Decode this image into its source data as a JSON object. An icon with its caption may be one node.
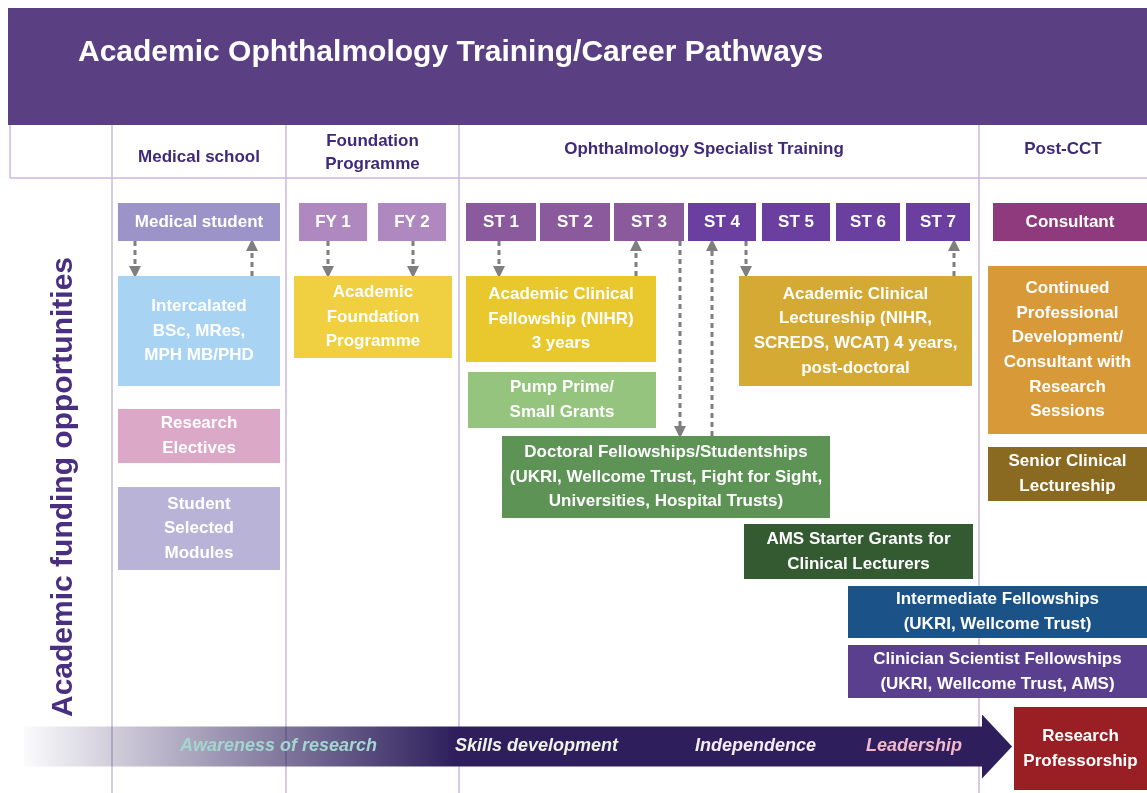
{
  "diagram": {
    "title": "Academic Ophthalmology Training/Career Pathways",
    "nodes": [
      {
        "text": [
          "Medical student"
        ]
      },
      {
        "text": [
          "FY 1"
        ]
      },
      {
        "text": [
          "FY 2"
        ]
      },
      {
        "text": [
          "ST 1"
        ]
      },
      {
        "text": [
          "ST 2"
        ]
      },
      {
        "text": [
          "ST 3"
        ]
      },
      {
        "text": [
          "ST 4"
        ]
      },
      {
        "text": [
          "ST 5"
        ]
      },
      {
        "text": [
          "ST 6"
        ]
      },
      {
        "text": [
          "ST 7"
        ]
      },
      {
        "text": [
          "Consultant"
        ]
      },
      {
        "text": [
          "Intercalated BSc, MRes, MPH MB/PHD"
        ]
      },
      {
        "text": [
          "Academic Foundation Programme"
        ]
      },
      {
        "text": [
          "Academic Clinical Fellowship (NIHR) 3 years"
        ]
      },
      {
        "text": [
          "Academic Clinical Lectureship (NIHR, SCREDS, WCAT) 4 years, post-doctoral"
        ]
      },
      {
        "text": [
          "Continued Professional Development/ Consultant with Research Sessions"
        ]
      },
      {
        "text": [
          "Research Electives"
        ]
      },
      {
        "text": [
          "Pump Prime/ Small Grants"
        ]
      },
      {
        "text": [
          "Senior Clinical Lectureship"
        ]
      },
      {
        "text": [
          "Student Selected Modules"
        ]
      },
      {
        "text": [
          "Doctoral Fellowships/Studentships (UKRI, Wellcome Trust, Fight for Sight, Universities, Hospital Trusts)"
        ]
      },
      {
        "text": [
          "AMS Starter Grants for Clinical Lecturers"
        ]
      },
      {
        "text": [
          "Intermediate Fellowships (UKRI, Wellcome Trust)"
        ]
      },
      {
        "text": [
          "Clinician Scientist Fellowships (UKRI, Wellcome Trust, AMS)"
        ]
      },
      {
        "text": [
          "Research Professorship"
        ]
      }
    ],
    "edges": [
      {
        "from": 0,
        "to": 11,
        "arrow": "to",
        "style": "dashed"
      },
      {
        "from": 11,
        "to": 0,
        "arrow": "to",
        "style": "dashed"
      },
      {
        "from": 1,
        "to": 12,
        "arrow": "to",
        "style": "dashed"
      },
      {
        "from": 2,
        "to": 12,
        "arrow": "to",
        "style": "dashed"
      },
      {
        "from": 3,
        "to": 13,
        "arrow": "to",
        "style": "dashed"
      },
      {
        "from": 13,
        "to": 5,
        "arrow": "to",
        "style": "dashed"
      },
      {
        "from": 5,
        "to": 20,
        "arrow": "to",
        "style": "dashed"
      },
      {
        "from": 20,
        "to": 6,
        "arrow": "to",
        "style": "dashed"
      },
      {
        "from": 6,
        "to": 14,
        "arrow": "to",
        "style": "dashed"
      },
      {
        "from": 14,
        "to": 9,
        "arrow": "to",
        "style": "dashed"
      },
      {
        "from": null,
        "to": 24,
        "arrow": "to",
        "style": "thick",
        "color": "#2e1f5c"
      }
    ],
    "labels": [
      "Medical school",
      "Foundation Programme",
      "Ophthalmology Specialist Training",
      "Post-CCT",
      "Academic funding opportunities",
      "Awareness of research",
      "Skills development",
      "Independence",
      "Leadership"
    ]
  }
}
